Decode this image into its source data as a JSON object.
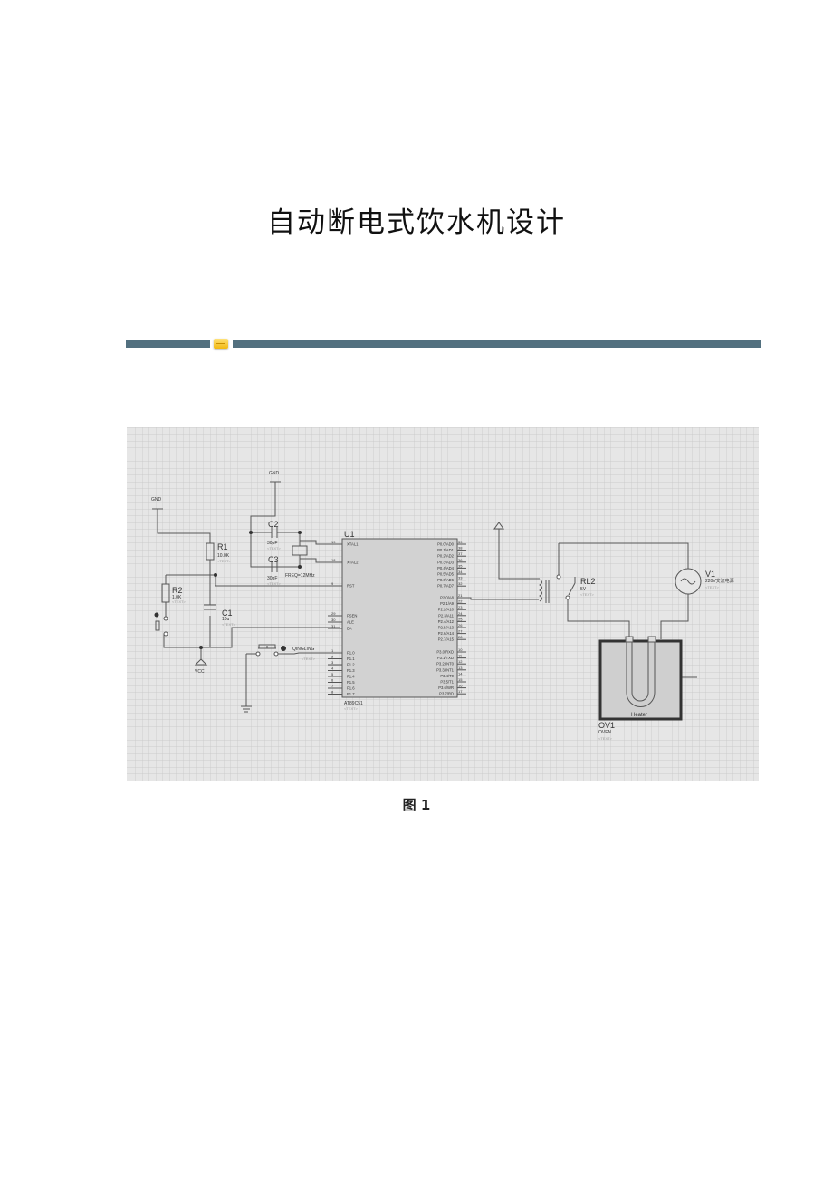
{
  "title": "自动断电式饮水机设计",
  "caption": "图 1",
  "colors": {
    "bar": "#52707f",
    "badge": "#f2b811",
    "grid_bg": "#e6e6e6",
    "chip_fill": "#d2d2d2"
  },
  "schematic": {
    "gnd1": "GND",
    "gnd2": "GND",
    "r1": {
      "name": "R1",
      "value": "10.0K",
      "text": "<TEXT>"
    },
    "r2": {
      "name": "R2",
      "value": "1.0K",
      "text": "<TEXT>"
    },
    "c1": {
      "name": "C1",
      "value": "10u",
      "text": "<TEXT>"
    },
    "c2": {
      "name": "C2",
      "value": "30pF",
      "text": "<TEXT>"
    },
    "c3": {
      "name": "C3",
      "value": "30pF",
      "text": "<TEXT>"
    },
    "crystal": "FREQ=12MHz",
    "vcc": "VCC",
    "button": {
      "name": "QINGLING",
      "text": "<TEXT>"
    },
    "u1": {
      "name": "U1",
      "part": "AT89C51",
      "text": "<TEXT>"
    },
    "left_pins": [
      {
        "num": "19",
        "label": "XTAL1"
      },
      {
        "num": "18",
        "label": "XTAL2"
      },
      {
        "num": "9",
        "label": "RST"
      },
      {
        "num": "29",
        "label": "PSEN"
      },
      {
        "num": "30",
        "label": "ALE"
      },
      {
        "num": "31",
        "label": "EA"
      },
      {
        "num": "1",
        "label": "P1.0"
      },
      {
        "num": "2",
        "label": "P1.1"
      },
      {
        "num": "3",
        "label": "P1.2"
      },
      {
        "num": "4",
        "label": "P1.3"
      },
      {
        "num": "5",
        "label": "P1.4"
      },
      {
        "num": "6",
        "label": "P1.5"
      },
      {
        "num": "7",
        "label": "P1.6"
      },
      {
        "num": "8",
        "label": "P1.7"
      }
    ],
    "right_pins": [
      {
        "num": "39",
        "label": "P0.0/AD0"
      },
      {
        "num": "38",
        "label": "P0.1/AD1"
      },
      {
        "num": "37",
        "label": "P0.2/AD2"
      },
      {
        "num": "36",
        "label": "P0.3/AD3"
      },
      {
        "num": "35",
        "label": "P0.4/AD4"
      },
      {
        "num": "34",
        "label": "P0.5/AD5"
      },
      {
        "num": "33",
        "label": "P0.6/AD6"
      },
      {
        "num": "32",
        "label": "P0.7/AD7"
      },
      {
        "num": "21",
        "label": "P2.0/A8"
      },
      {
        "num": "22",
        "label": "P2.1/A9"
      },
      {
        "num": "23",
        "label": "P2.2/A10"
      },
      {
        "num": "24",
        "label": "P2.3/A11"
      },
      {
        "num": "25",
        "label": "P2.4/A12"
      },
      {
        "num": "26",
        "label": "P2.5/A13"
      },
      {
        "num": "27",
        "label": "P2.6/A14"
      },
      {
        "num": "28",
        "label": "P2.7/A15"
      },
      {
        "num": "10",
        "label": "P3.0/RXD"
      },
      {
        "num": "11",
        "label": "P3.1/TXD"
      },
      {
        "num": "12",
        "label": "P3.2/INT0"
      },
      {
        "num": "13",
        "label": "P3.3/INT1"
      },
      {
        "num": "14",
        "label": "P3.4/T0"
      },
      {
        "num": "15",
        "label": "P3.5/T1"
      },
      {
        "num": "16",
        "label": "P3.6/WR"
      },
      {
        "num": "17",
        "label": "P3.7/RD"
      }
    ],
    "rl2": {
      "name": "RL2",
      "value": "5V",
      "text": "<TEXT>"
    },
    "v1": {
      "name": "V1",
      "value": "220V交流电源",
      "text": "<TEXT>"
    },
    "ov1": {
      "name": "OV1",
      "part": "OVEN",
      "text": "<TEXT>",
      "heater": "Heater",
      "terminal": "T"
    }
  }
}
